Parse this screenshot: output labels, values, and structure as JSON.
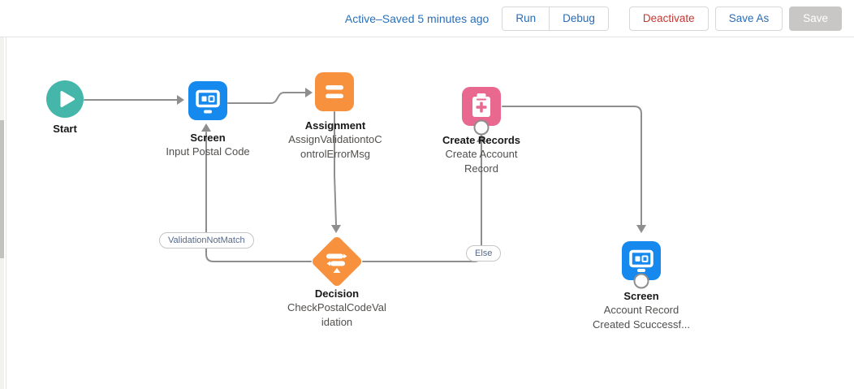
{
  "toolbar": {
    "status_text": "Active–Saved 5 minutes ago",
    "run_label": "Run",
    "debug_label": "Debug",
    "deactivate_label": "Deactivate",
    "save_as_label": "Save As",
    "save_label": "Save"
  },
  "nodes": {
    "start": {
      "label": "Start"
    },
    "screen_input": {
      "label": "Screen",
      "detail": "Input Postal Code"
    },
    "assignment": {
      "label": "Assignment",
      "detail_line1": "AssignValidationtoC",
      "detail_line2": "ontrolErrorMsg"
    },
    "create_records": {
      "label": "Create Records",
      "detail_line1": "Create Account",
      "detail_line2": "Record"
    },
    "decision": {
      "label": "Decision",
      "detail_line1": "CheckPostalCodeVal",
      "detail_line2": "idation"
    },
    "screen_result": {
      "label": "Screen",
      "detail_line1": "Account Record",
      "detail_line2": "Created Scuccessf..."
    }
  },
  "connectors": {
    "validation_label": "ValidationNotMatch",
    "else_label": "Else"
  },
  "colors": {
    "start_teal": "#45B6AA",
    "screen_blue": "#1589EE",
    "assignment_orange": "#F7913D",
    "decision_orange": "#F7913D",
    "create_records_pink": "#E8688F",
    "connector_gray": "#8E8E8E",
    "toolbar_blue": "#2A6FB8",
    "deactivate_red": "#C23934",
    "save_disabled_bg": "#C9C7C5"
  }
}
